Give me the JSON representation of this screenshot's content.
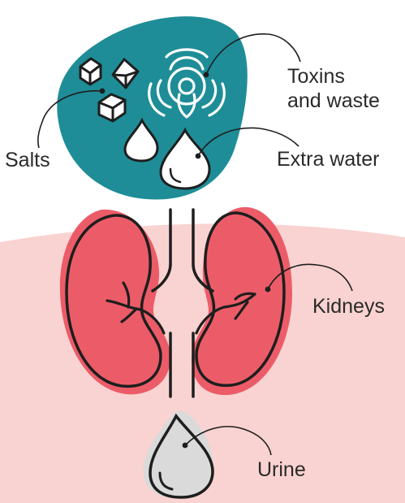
{
  "labels": {
    "toxins_line1": "Toxins",
    "toxins_line2": "and waste",
    "salts": "Salts",
    "extra_water": "Extra water",
    "kidneys": "Kidneys",
    "urine": "Urine"
  },
  "colors": {
    "background_band": "#f9d3d1",
    "blob_teal": "#1e8d97",
    "kidney_red": "#ec5c68",
    "urine_gray": "#dadada",
    "stroke": "#1e1e1e"
  }
}
